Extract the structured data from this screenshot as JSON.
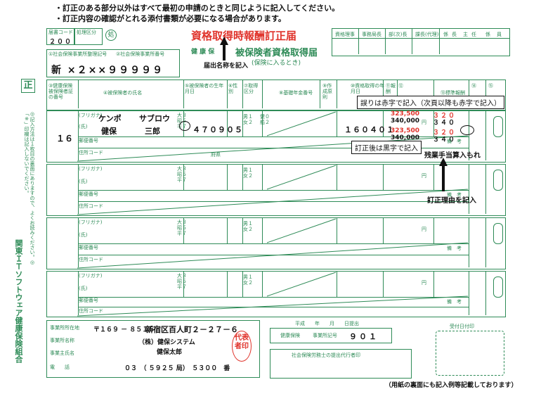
{
  "instructions": [
    "・訂正のある部分以外はすべて最初の申請のときと同じように記入してください。",
    "・訂正内容の確認がとれる添付書類が必要になる場合があります。"
  ],
  "form": {
    "office_code_label": "届書コード",
    "office_code_value": "２００",
    "process_label": "処理区分",
    "corr_title": "資格取得時報酬訂正届",
    "main_title_prefix": "健 康 保",
    "main_title": "被保険者資格取得届",
    "subtitle": "(保険に入るとき)",
    "note_title_annot": "届出名称を記入",
    "office_number_labels": [
      "①社会保険事業所整理記号",
      "②社会保険事業所番号"
    ],
    "office_number_value": "新 ×２××９９９９９",
    "correction_mark": "正",
    "approval_headers": [
      "資格理事",
      "事務局長",
      "部(次)長",
      "課長(代理)",
      "係",
      "長",
      "主",
      "任",
      "係",
      "員"
    ],
    "column_headers": [
      "③健康保険被保険者証の番号",
      "④被保険者の氏名",
      "⑤被保険者の生年月日",
      "⑥性別",
      "⑦取得区分",
      "⑧基礎年金番号",
      "⑨作成原則",
      "⑩資格取得の年月日",
      "⑪報酬",
      "⑫",
      "⑬標準報酬",
      "⑭",
      "⑮"
    ]
  },
  "row1": {
    "number": "１６",
    "furigana_label": "(フリガナ)",
    "kana_surname": "ケンポ",
    "kana_given": "サブロウ",
    "name_label": "(氏)",
    "surname": "健保",
    "given_name": "三郎",
    "birth_era_options": "大３ 昭５ 平７",
    "birth_date": "４７０９０５",
    "acq_date": "１６０４０１",
    "remuneration_wrong_1": "323,500",
    "remuneration_correct_1": "340,000",
    "remuneration_wrong_2": "323,500",
    "remuneration_correct_2": "340,000",
    "std_wrong_1": "３２０",
    "std_correct_1": "３４０",
    "std_wrong_2": "３２０",
    "std_correct_2": "３４０",
    "postal_label": "郵便番号",
    "address_label": "住所コード"
  },
  "annotations": {
    "red_correction": "誤りは赤字で記入（次頁以降も赤字で記入）",
    "black_correction": "訂正後は黒字で記入",
    "reason_note": "残業手当算入もれ",
    "reason_instruction": "訂正理由を記入"
  },
  "footer": {
    "address_label": "事業所所在地",
    "postal": "〒１６９ － ８５１６",
    "address": "新宿区百人町２－２７－６",
    "name_label": "事業所名称",
    "company": "（株）健保システム",
    "owner_label": "事業主氏名",
    "owner": "健保太郎",
    "phone_label": "電　　話",
    "phone": "０３　（ ５９２５ 局）　５３００　番",
    "seal": "代表者印",
    "submit_date_label": "平成　　年　　月　　日提出",
    "insurance_label": "健康保険",
    "office_symbol_label": "事業所記号",
    "office_symbol_value": "９０１",
    "agent_label": "社会保険労務士の提出代行者印",
    "received_label": "受付日付印",
    "back_note": "（用紙の裏面にも記入例等記載しております）"
  },
  "side_org": "関東ＩＴソフトウェア健康保険組合",
  "side_note": "◎記入方法は１枚目の裏面にありますので、よくお読みください。◎「※」印欄は記入しないでください。",
  "row_labels": {
    "yen": "円",
    "sex_options": "男１ 女２",
    "acq_options": "健０ 船２",
    "remark": "備　考",
    "pref": "府県"
  }
}
